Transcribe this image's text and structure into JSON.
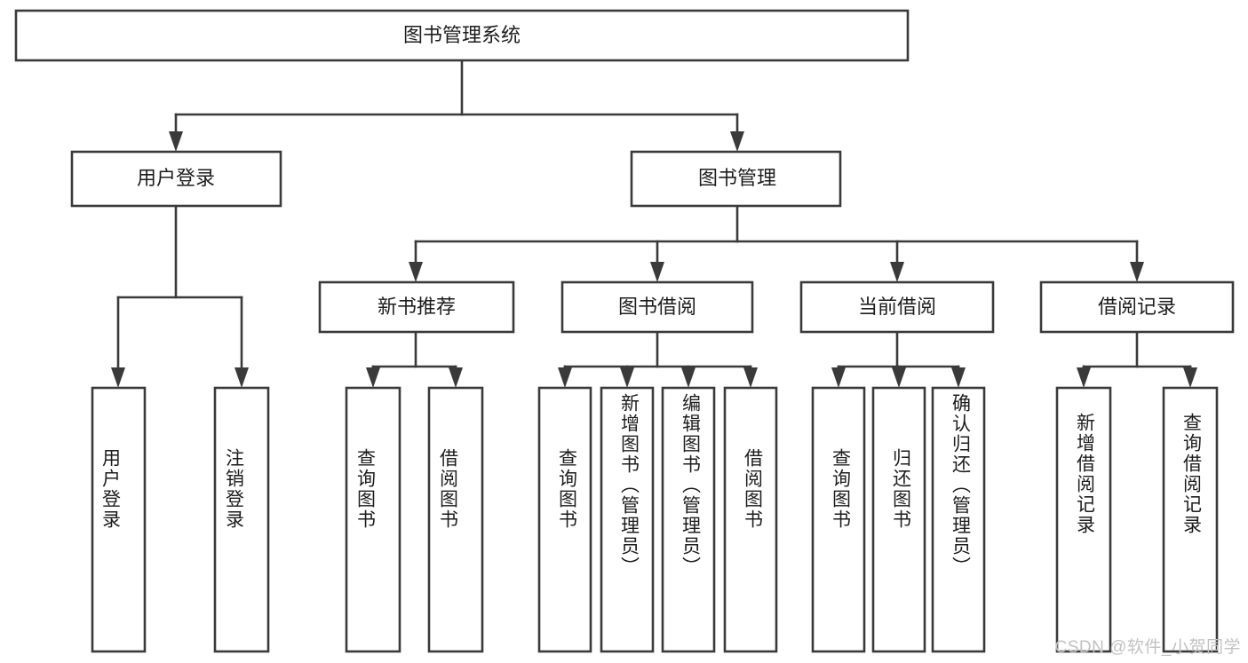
{
  "diagram": {
    "title": "图书管理系统",
    "type": "tree",
    "root": {
      "label": "图书管理系统",
      "orientation": "horizontal"
    },
    "level2": [
      {
        "label": "用户登录",
        "orientation": "horizontal"
      },
      {
        "label": "图书管理",
        "orientation": "horizontal"
      }
    ],
    "level3": [
      {
        "label": "新书推荐",
        "orientation": "horizontal"
      },
      {
        "label": "图书借阅",
        "orientation": "horizontal"
      },
      {
        "label": "当前借阅",
        "orientation": "horizontal"
      },
      {
        "label": "借阅记录",
        "orientation": "horizontal"
      }
    ],
    "leaves": {
      "user_login": [
        {
          "label": "用户登录",
          "orientation": "vertical"
        },
        {
          "label": "注销登录",
          "orientation": "vertical"
        }
      ],
      "new_book_recommend": [
        {
          "label": "查询图书",
          "orientation": "vertical"
        },
        {
          "label": "借阅图书",
          "orientation": "vertical"
        }
      ],
      "book_borrow": [
        {
          "label": "查询图书",
          "orientation": "vertical"
        },
        {
          "label": "新增图书（管理员）",
          "orientation": "vertical"
        },
        {
          "label": "编辑图书（管理员）",
          "orientation": "vertical"
        },
        {
          "label": "借阅图书",
          "orientation": "vertical"
        }
      ],
      "current_borrow": [
        {
          "label": "查询图书",
          "orientation": "vertical"
        },
        {
          "label": "归还图书",
          "orientation": "vertical"
        },
        {
          "label": "确认归还（管理员）",
          "orientation": "vertical"
        }
      ],
      "borrow_record": [
        {
          "label": "新增借阅记录",
          "orientation": "vertical"
        },
        {
          "label": "查询借阅记录",
          "orientation": "vertical"
        }
      ]
    },
    "watermark": "CSDN @软件_小贺同学",
    "colors": {
      "background": "#ffffff",
      "box_fill": "#ffffff",
      "box_stroke": "#3a3a3a",
      "connector": "#3a3a3a",
      "text": "#1d1d1d",
      "watermark": "#c2c2c2"
    }
  }
}
